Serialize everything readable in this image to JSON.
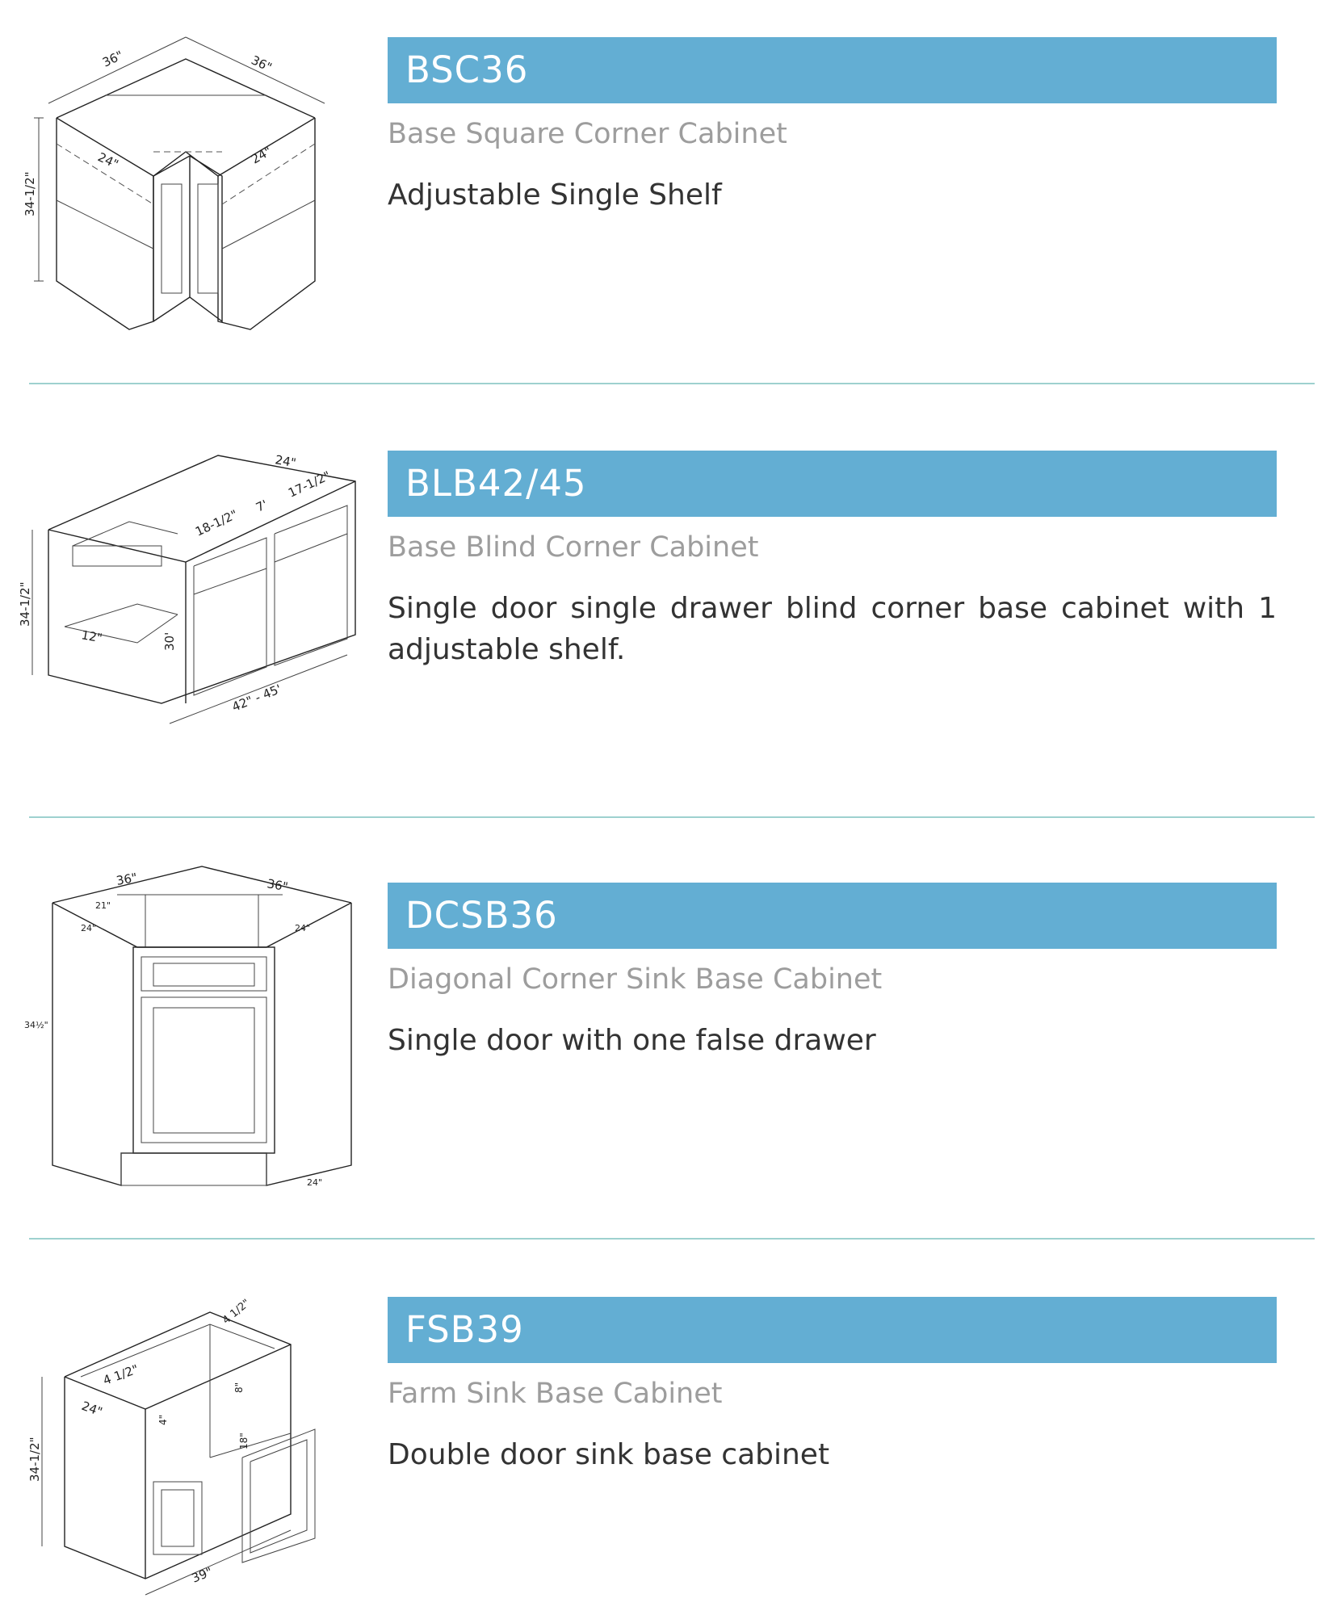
{
  "products": [
    {
      "code": "BSC36",
      "name": "Base Square Corner Cabinet",
      "description": "Adjustable Single Shelf",
      "dimensions": [
        "36\"",
        "36\"",
        "24\"",
        "24\"",
        "34-1/2\""
      ]
    },
    {
      "code": "BLB42/45",
      "name": "Base Blind Corner Cabinet",
      "description": "Single door single drawer blind corner base cabinet with 1 adjustable shelf.",
      "dimensions": [
        "24\"",
        "17-1/2\"",
        "7'",
        "18-1/2\"",
        "34-1/2\"",
        "12\"",
        "30'",
        "42\" - 45'"
      ]
    },
    {
      "code": "DCSB36",
      "name": "Diagonal Corner Sink Base Cabinet",
      "description": "Single door with one false drawer",
      "dimensions": [
        "36\"",
        "36\"",
        "21\"",
        "24\"",
        "24\"",
        "34½\"",
        "24\""
      ]
    },
    {
      "code": "FSB39",
      "name": "Farm Sink Base Cabinet",
      "description": "Double door sink base cabinet",
      "dimensions": [
        "4 1/2\"",
        "4 1/2\"",
        "24\"",
        "34-1/2\"",
        "8\"",
        "4\"",
        "18\"",
        "39\""
      ]
    }
  ]
}
